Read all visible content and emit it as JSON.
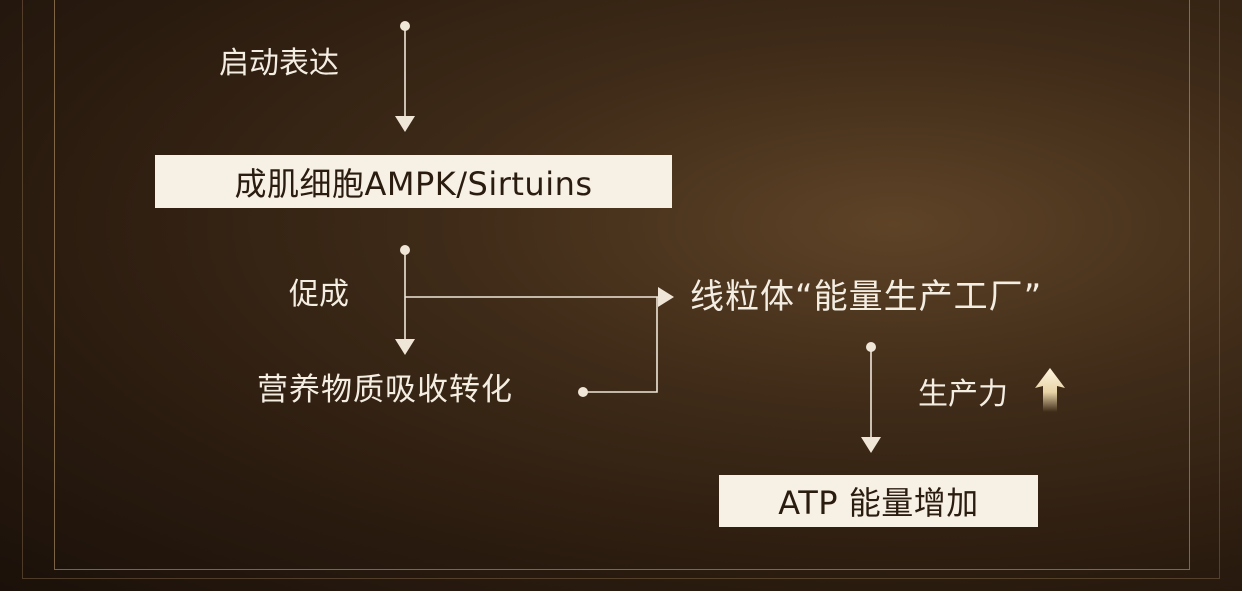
{
  "nodes": {
    "start_expression": "启动表达",
    "myoblast_box": "成肌细胞AMPK/Sirtuins",
    "promote": "促成",
    "mitochondria": "线粒体“能量生产工厂”",
    "nutrient_conversion": "营养物质吸收转化",
    "productivity": "生产力",
    "atp_box": "ATP 能量增加"
  },
  "colors": {
    "text": "#f4ede2",
    "box_fill": "#f7f0e4",
    "box_text": "#2b1c10",
    "line": "#efe6d8",
    "frame": "#c9a576",
    "up_arrow": "#e8d3a6"
  },
  "icons": {
    "productivity_arrow": "up-arrow-icon"
  }
}
